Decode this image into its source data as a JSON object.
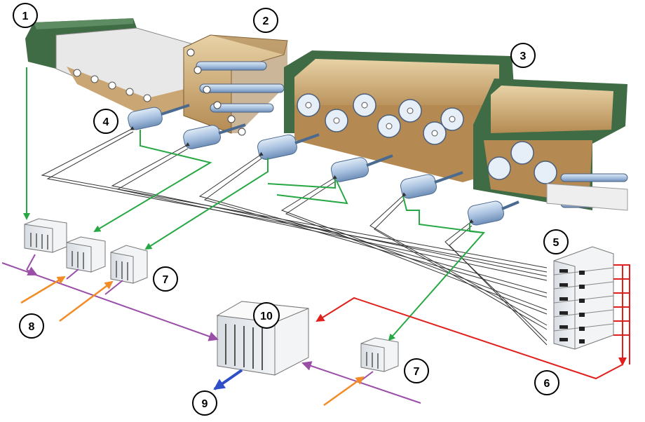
{
  "callouts": [
    {
      "id": "c1",
      "label": "1"
    },
    {
      "id": "c2",
      "label": "2"
    },
    {
      "id": "c3",
      "label": "3"
    },
    {
      "id": "c4",
      "label": "4"
    },
    {
      "id": "c5",
      "label": "5"
    },
    {
      "id": "c6",
      "label": "6"
    },
    {
      "id": "c7a",
      "label": "7"
    },
    {
      "id": "c7b",
      "label": "7"
    },
    {
      "id": "c8",
      "label": "8"
    },
    {
      "id": "c9",
      "label": "9"
    },
    {
      "id": "c10",
      "label": "10"
    }
  ],
  "colors": {
    "green": "#27a844",
    "red": "#e0201c",
    "purple": "#9b4ea8",
    "orange": "#f28c28",
    "blue": "#2f4fc8",
    "frame_green": "#3f6b45",
    "felt": "#c9a673",
    "roller": "#a9c2e0"
  }
}
